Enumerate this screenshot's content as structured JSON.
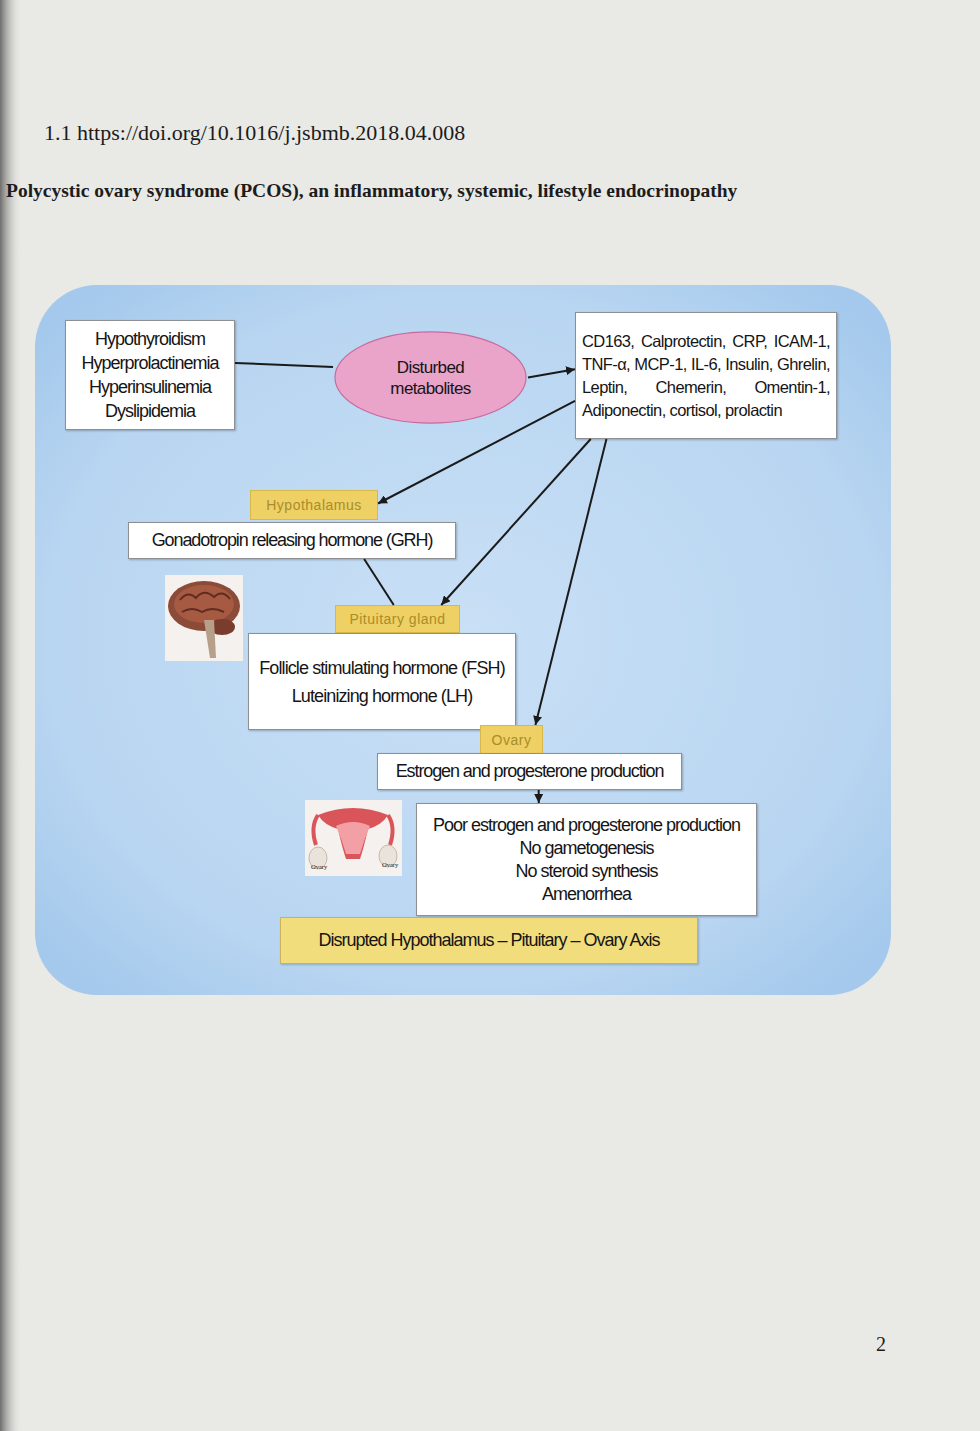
{
  "diagram": {
    "title": "Polycystic ovary syndrome (PCOS), an inflammatory, systemic, lifestyle endocrinopathy",
    "nodes": [
      {
        "text": [
          "Hypothyroidism",
          "Hyperprolactinemia",
          "Hyperinsulinemia",
          "Dyslipidemia"
        ]
      },
      {
        "text": [
          "Disturbed metabolites"
        ]
      },
      {
        "text": [
          "CD163, Calprotectin, CRP, ICAM-1, TNF-α, MCP-1, IL-6, Insulin, Ghrelin, Leptin, Chemerin, Omentin-1, Adiponectin, cortisol, prolactin"
        ]
      },
      {
        "text": [
          "Hypothalamus"
        ]
      },
      {
        "text": [
          "Gonadotropin releasing hormone (GRH)"
        ]
      },
      {
        "text": [
          "Pituitary gland"
        ]
      },
      {
        "text": [
          "Follicle stimulating hormone (FSH)",
          "Luteinizing hormone (LH)"
        ]
      },
      {
        "text": [
          "Ovary"
        ]
      },
      {
        "text": [
          "Estrogen and progesterone production"
        ]
      },
      {
        "text": [
          "Poor estrogen and progesterone production",
          "No gametogenesis",
          "No steroid synthesis",
          "Amenorrhea"
        ]
      },
      {
        "text": [
          "Disrupted Hypothalamus – Pituitary – Ovary Axis"
        ]
      }
    ],
    "edges": [
      {
        "from": 0,
        "to": 1,
        "arrow": "none"
      },
      {
        "from": 1,
        "to": 2,
        "arrow": "to"
      },
      {
        "from": 2,
        "to": 3,
        "arrow": "to"
      },
      {
        "from": 2,
        "to": 5,
        "arrow": "to"
      },
      {
        "from": 2,
        "to": 7,
        "arrow": "to"
      },
      {
        "from": 4,
        "to": 5,
        "arrow": "none"
      },
      {
        "from": 8,
        "to": 9,
        "arrow": "to"
      }
    ],
    "labels": [
      "1.1 https://doi.org/10.1016/j.jsbmb.2018.04.008",
      "Ovary",
      "Ovary",
      "2"
    ]
  }
}
